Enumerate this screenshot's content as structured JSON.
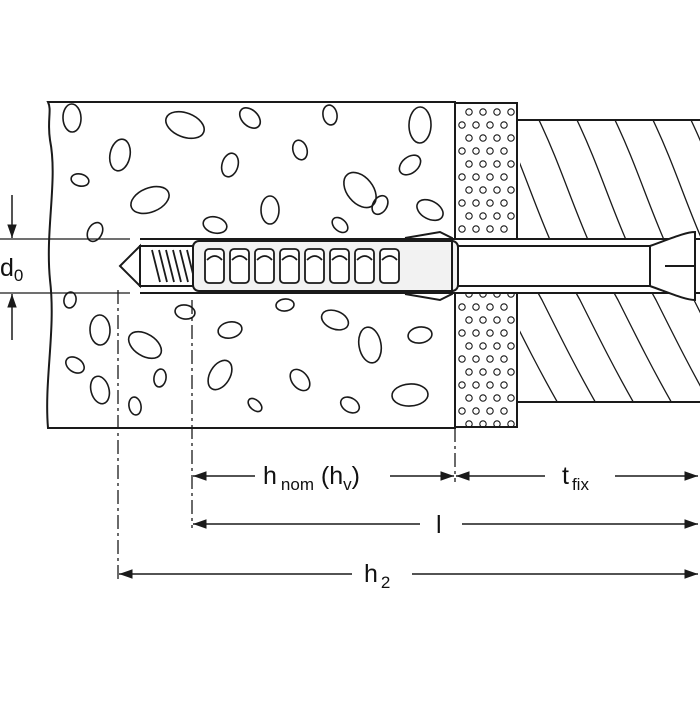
{
  "diagram": {
    "type": "anchor-installation-dimension-drawing",
    "labels": {
      "d0": {
        "main": "d",
        "sub": "0"
      },
      "h_nom": {
        "main": "h",
        "sub": "nom",
        "paren_open": " (h",
        "paren_sub": "v",
        "paren_close": ")"
      },
      "t_fix": {
        "main": "t",
        "sub": "fix"
      },
      "l": {
        "main": "l"
      },
      "h2": {
        "main": "h",
        "sub": "2"
      }
    },
    "colors": {
      "line": "#1a1a1a",
      "background": "#ffffff",
      "concrete_fill": "#ffffff",
      "anchor_fill": "#f2f2f2"
    }
  }
}
